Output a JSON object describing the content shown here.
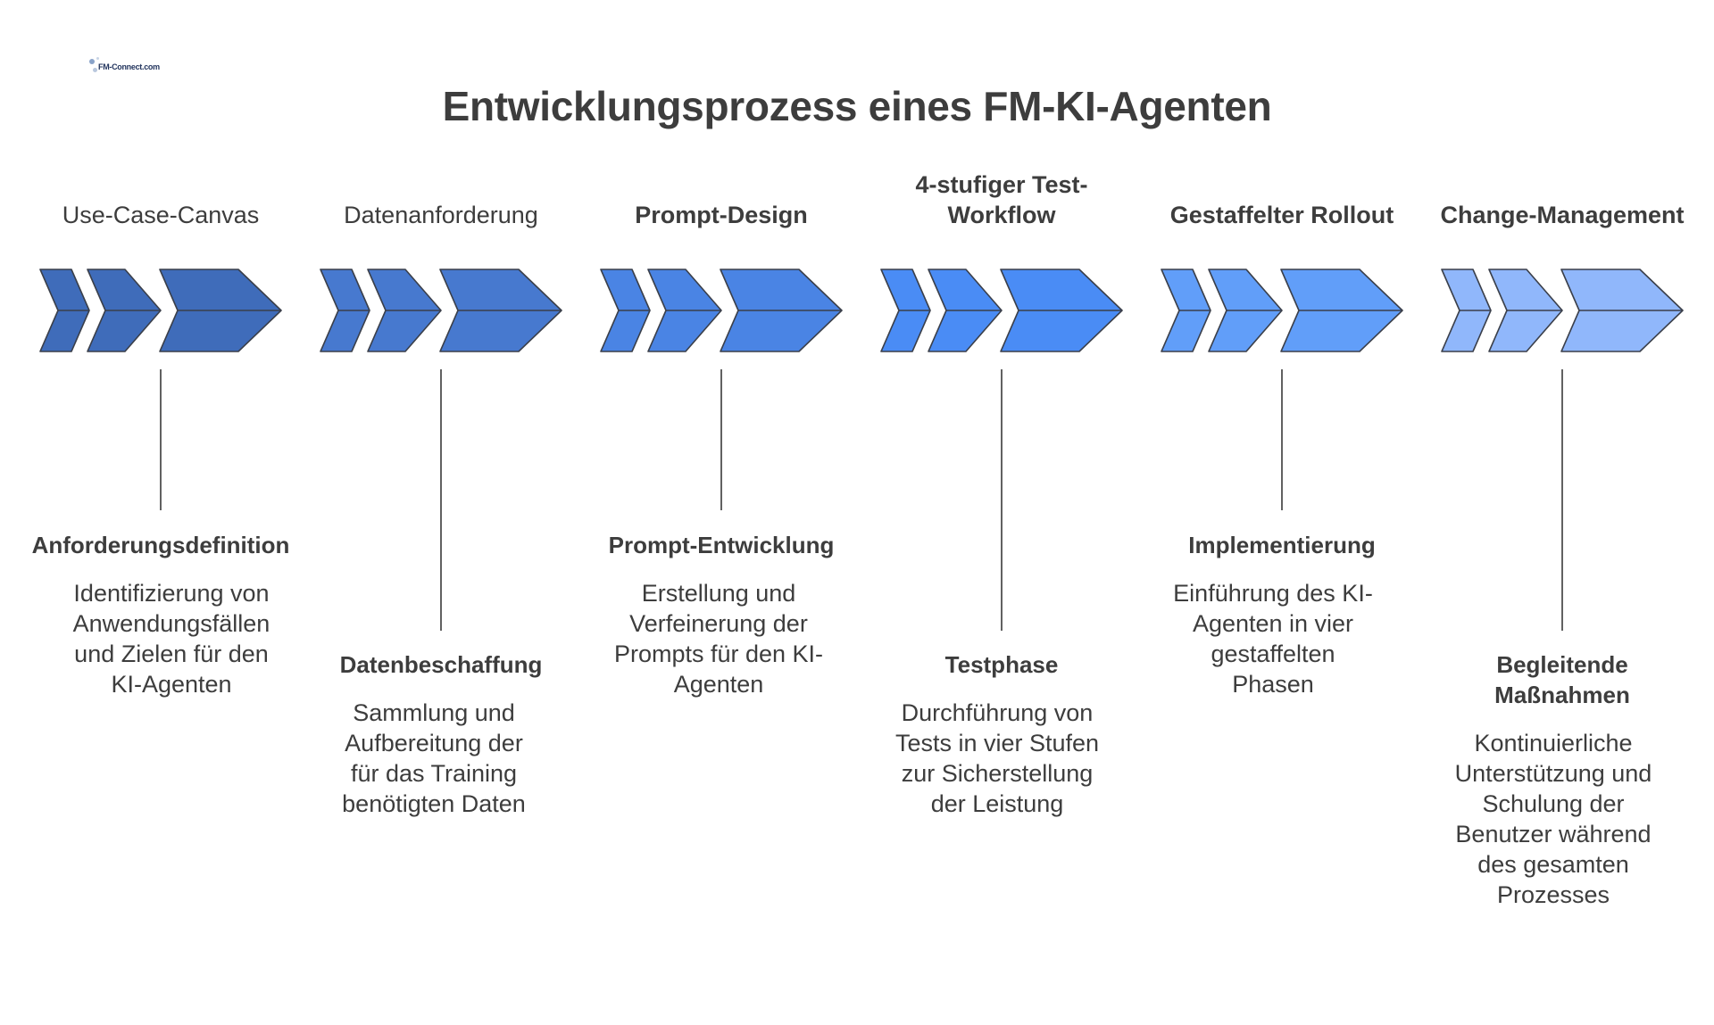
{
  "title": "Entwicklungsprozess eines FM-KI-Agenten",
  "logo": {
    "text": "FM-Connect.com"
  },
  "stages": [
    {
      "phase": "Use-Case-Canvas",
      "phase_bold": false,
      "step_title": "Anforderungsdefinition",
      "description": "Identifizierung von Anwendungsfällen und Zielen für den KI-Agenten",
      "color": "#3f6cba",
      "position": "top"
    },
    {
      "phase": "Datenanforderung",
      "phase_bold": false,
      "step_title": "Datenbeschaffung",
      "description": "Sammlung und Aufbereitung der für das Training benötigten Daten",
      "color": "#4779cf",
      "position": "bottom"
    },
    {
      "phase": "Prompt-Design",
      "phase_bold": true,
      "step_title": "Prompt-Entwicklung",
      "description": "Erstellung und Verfeinerung der Prompts für den KI-Agenten",
      "color": "#4a84e4",
      "position": "top"
    },
    {
      "phase": "4-stufiger Test-Workflow",
      "phase_bold": true,
      "step_title": "Testphase",
      "description": "Durchführung von Tests in vier Stufen zur Sicherstellung der Leistung",
      "color": "#4a8cf5",
      "position": "bottom"
    },
    {
      "phase": "Gestaffelter Rollout",
      "phase_bold": true,
      "step_title": "Implementierung",
      "description": "Einführung des KI-Agenten in vier gestaffelten Phasen",
      "color": "#619ef9",
      "position": "top"
    },
    {
      "phase": "Change-Management",
      "phase_bold": true,
      "step_title": "Begleitende Maßnahmen",
      "description": "Kontinuierliche Unterstützung und Schulung der Benutzer während des gesamten Prozesses",
      "color": "#90b7fb",
      "position": "bottom"
    }
  ]
}
